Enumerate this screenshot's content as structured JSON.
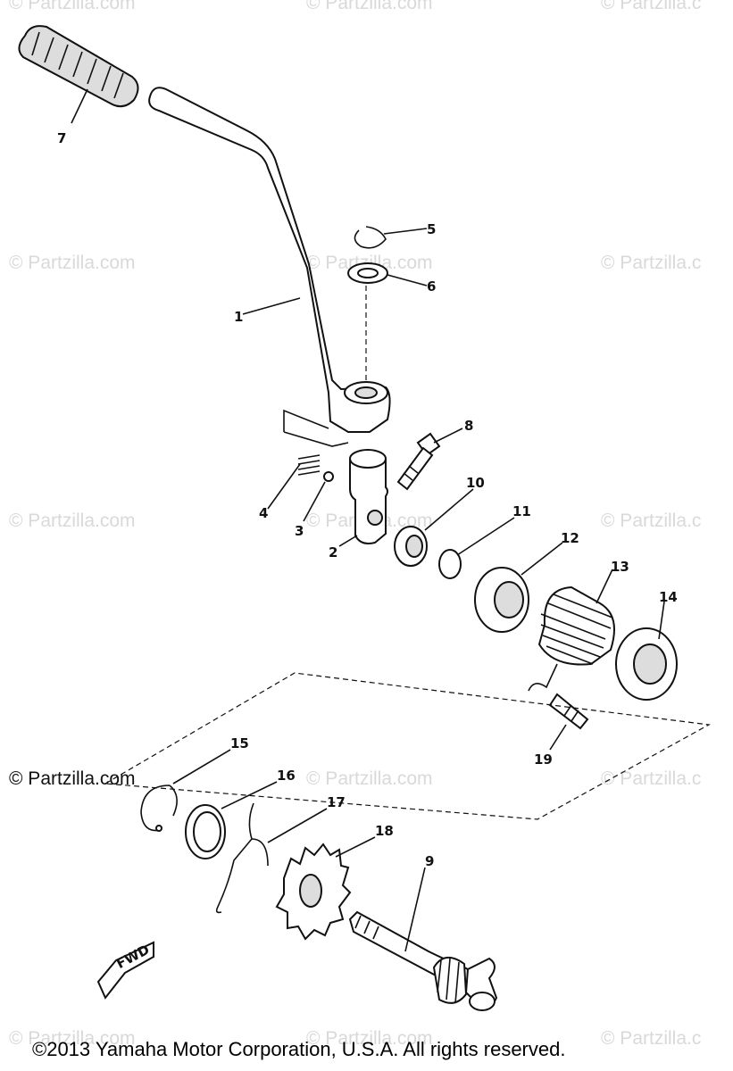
{
  "watermark_text": "© Partzilla.com",
  "watermark_clipped": "© Partzilla.c",
  "copyright": "©2013 Yamaha Motor Corporation, U.S.A. All rights reserved.",
  "fwd_label": "FWD",
  "callouts": {
    "p1": "1",
    "p2": "2",
    "p3": "3",
    "p4": "4",
    "p5": "5",
    "p6": "6",
    "p7": "7",
    "p8": "8",
    "p9": "9",
    "p10": "10",
    "p11": "11",
    "p12": "12",
    "p13": "13",
    "p14": "14",
    "p15": "15",
    "p16": "16",
    "p17": "17",
    "p18": "18",
    "p19": "19"
  }
}
